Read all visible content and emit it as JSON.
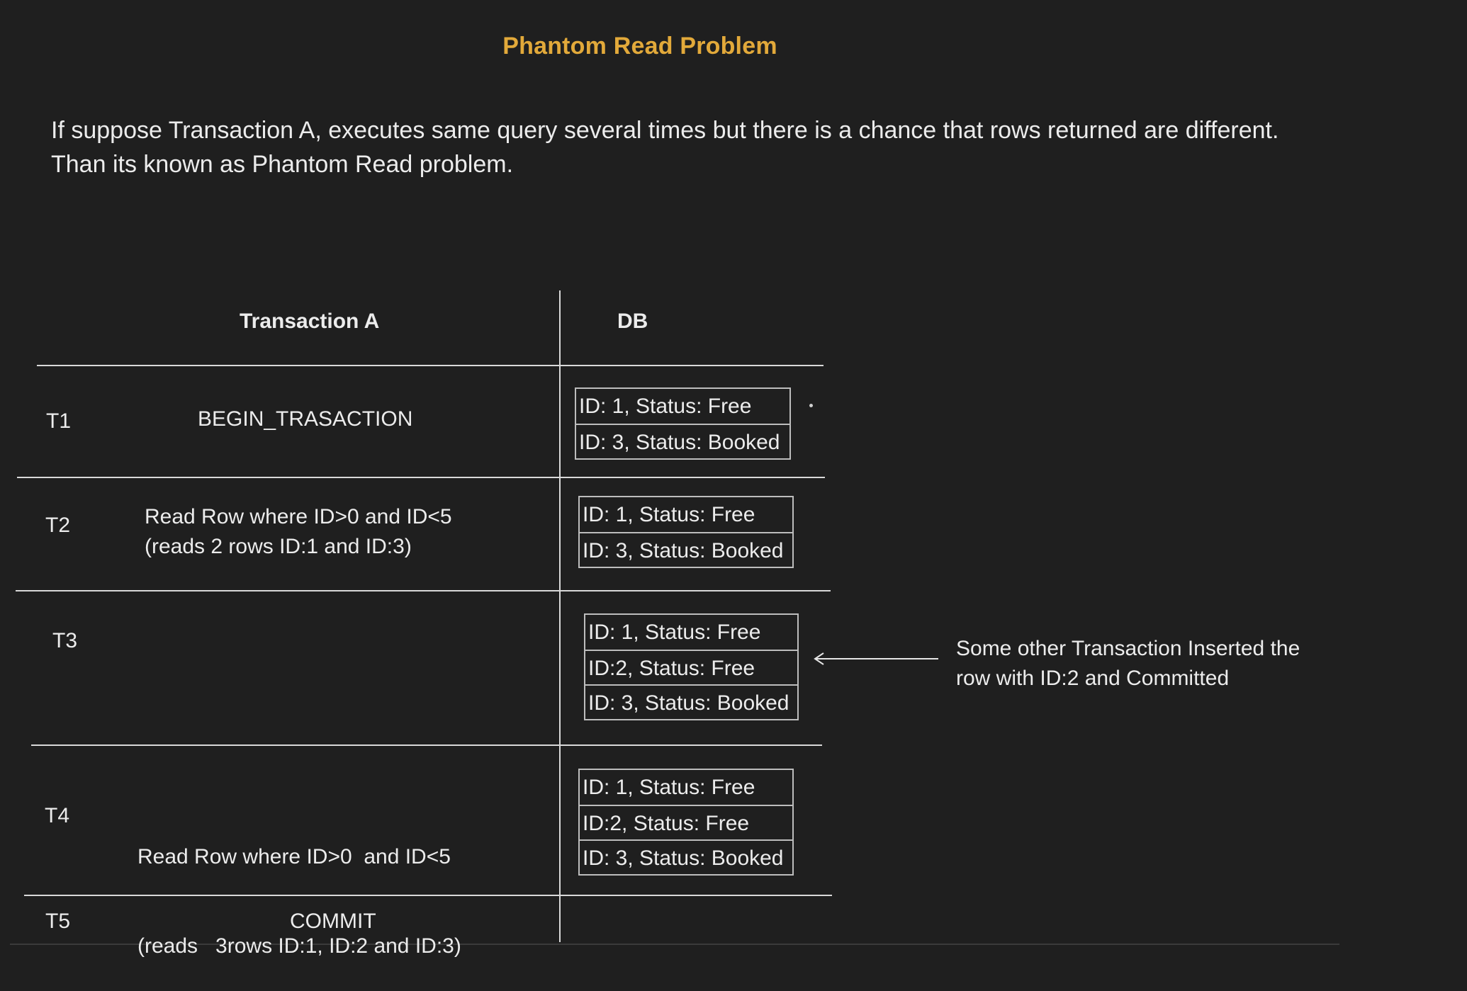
{
  "title": "Phantom Read Problem",
  "description": [
    "If suppose Transaction A, executes same query several times but there is a chance that rows returned are different.",
    "Than its known as Phantom Read problem."
  ],
  "table": {
    "headers": {
      "transaction": "Transaction A",
      "db": "DB"
    },
    "rows": [
      {
        "time": "T1",
        "action": [
          "BEGIN_TRASACTION"
        ],
        "db": [
          "ID: 1, Status: Free",
          "ID: 3, Status: Booked"
        ]
      },
      {
        "time": "T2",
        "action": [
          "Read Row where ID>0  and ID<5",
          "(reads 2 rows ID:1 and ID:3)"
        ],
        "db": [
          "ID: 1, Status: Free",
          "ID: 3, Status: Booked"
        ]
      },
      {
        "time": "T3",
        "action": [],
        "db": [
          "ID: 1, Status: Free",
          "ID:2, Status: Free",
          "ID: 3, Status: Booked"
        ]
      },
      {
        "time": "T4",
        "action": [
          "Read Row where ID>0  and ID<5",
          "(reads   3rows ID:1, ID:2 and ID:3)"
        ],
        "db": [
          "ID: 1, Status: Free",
          "ID:2, Status: Free",
          "ID: 3, Status: Booked"
        ]
      },
      {
        "time": "T5",
        "action": [
          "COMMIT"
        ],
        "db": []
      }
    ]
  },
  "annotation": {
    "lines": [
      "Some other Transaction Inserted the",
      "row with ID:2 and Committed"
    ]
  }
}
